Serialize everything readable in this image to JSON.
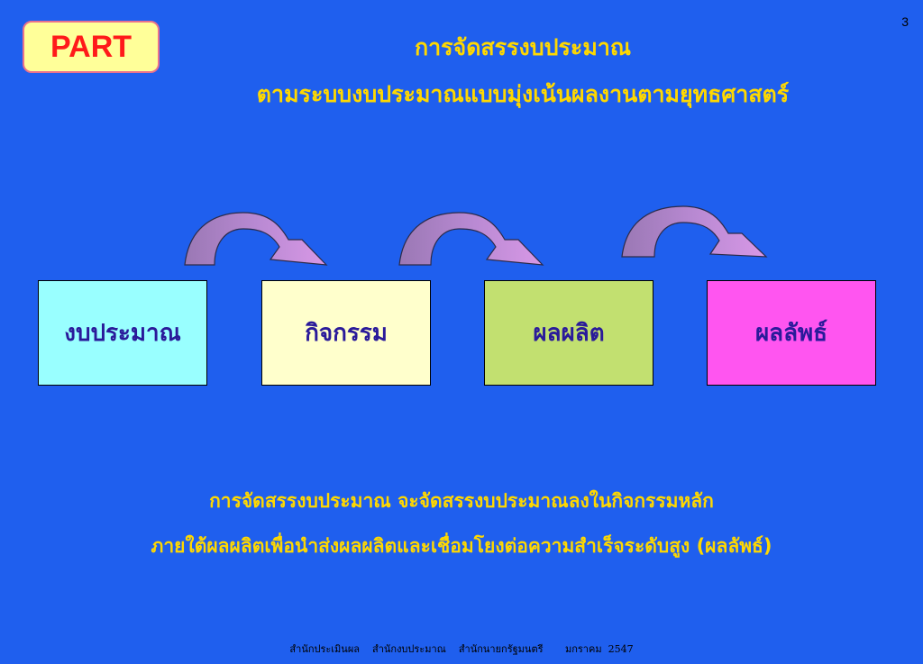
{
  "slide": {
    "page_number": "3",
    "badge": "PART",
    "title_line1": "การจัดสรรงบประมาณ",
    "title_line2": "ตามระบบงบประมาณแบบมุ่งเน้นผลงานตามยุทธศาสตร์",
    "colors": {
      "background": "#1f5fee",
      "title_text": "#ffd800",
      "badge_fill": "#ffff99",
      "badge_text": "#ff1a1a",
      "arrow_fill": "#b58bcf",
      "box_text": "#2a1a9a"
    }
  },
  "flow": {
    "steps": [
      {
        "label": "งบประมาณ",
        "color": "#99ffff"
      },
      {
        "label": "กิจกรรม",
        "color": "#ffffcc"
      },
      {
        "label": "ผลผลิต",
        "color": "#c2e070"
      },
      {
        "label": "ผลลัพธ์",
        "color": "#ff55f0"
      }
    ]
  },
  "caption": {
    "line1": "การจัดสรรงบประมาณ จะจัดสรรงบประมาณลงในกิจกรรมหลัก",
    "line2": "ภายใต้ผลผลิตเพื่อนำส่งผลผลิตและเชื่อมโยงต่อความสำเร็จระดับสูง (ผลลัพธ์)"
  },
  "footer": {
    "text": "สำนักประเมินผล    สำนักงบประมาณ    สำนักนายกรัฐมนตรี       มกราคม  2547"
  }
}
